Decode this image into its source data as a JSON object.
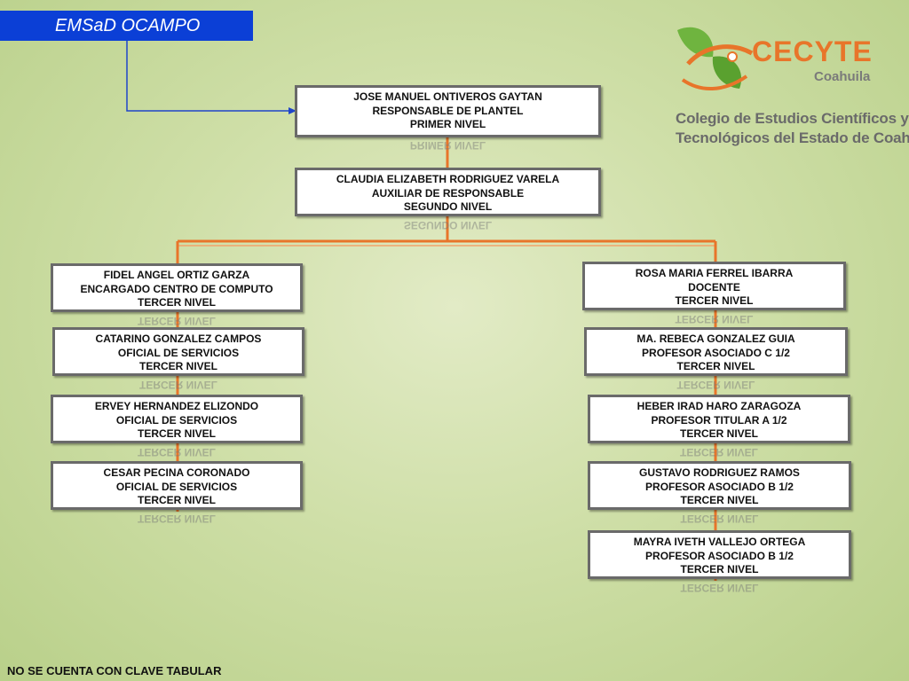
{
  "header": {
    "title": "EMSaD OCAMPO"
  },
  "logo": {
    "brand": "CECYTE",
    "state": "Coahuila",
    "line1": "Colegio de Estudios Científicos y",
    "line2": "Tecnológicos del Estado de Coahuila",
    "colors": {
      "orange": "#e8752a",
      "green": "#6fb43f",
      "gray": "#7a7a7a"
    }
  },
  "org": {
    "top": {
      "name": "JOSE MANUEL ONTIVEROS GAYTAN",
      "role": "RESPONSABLE DE PLANTEL",
      "level": "PRIMER NIVEL"
    },
    "second": {
      "name": "CLAUDIA ELIZABETH RODRIGUEZ VARELA",
      "role": "AUXILIAR DE RESPONSABLE",
      "level": "SEGUNDO NIVEL"
    },
    "left": [
      {
        "name": "FIDEL ANGEL ORTIZ GARZA",
        "role": "ENCARGADO CENTRO DE COMPUTO",
        "level": "TERCER NIVEL"
      },
      {
        "name": "CATARINO GONZALEZ CAMPOS",
        "role": "OFICIAL DE SERVICIOS",
        "level": "TERCER NIVEL"
      },
      {
        "name": "ERVEY HERNANDEZ ELIZONDO",
        "role": "OFICIAL DE SERVICIOS",
        "level": "TERCER NIVEL"
      },
      {
        "name": "CESAR PECINA CORONADO",
        "role": "OFICIAL DE SERVICIOS",
        "level": "TERCER NIVEL"
      }
    ],
    "right": [
      {
        "name": "ROSA MARIA FERREL IBARRA",
        "role": "DOCENTE",
        "level": "TERCER NIVEL"
      },
      {
        "name": "MA. REBECA GONZALEZ GUIA",
        "role": "PROFESOR ASOCIADO C 1/2",
        "level": "TERCER NIVEL"
      },
      {
        "name": "HEBER IRAD HARO ZARAGOZA",
        "role": "PROFESOR TITULAR A 1/2",
        "level": "TERCER NIVEL"
      },
      {
        "name": "GUSTAVO RODRIGUEZ RAMOS",
        "role": "PROFESOR ASOCIADO B 1/2",
        "level": "TERCER NIVEL"
      },
      {
        "name": "MAYRA IVETH VALLEJO ORTEGA",
        "role": "PROFESOR ASOCIADO B 1/2",
        "level": "TERCER NIVEL"
      }
    ],
    "connector_color": "#e8752a",
    "arrow_color": "#1f45c9"
  },
  "footer": {
    "note": "NO SE CUENTA CON CLAVE TABULAR"
  }
}
